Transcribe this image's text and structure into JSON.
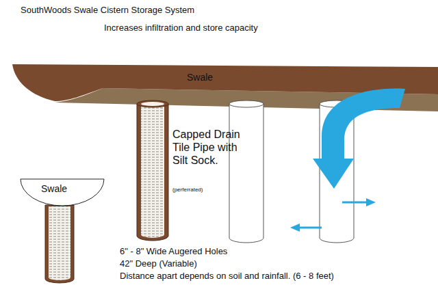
{
  "diagram": {
    "title": "SouthWoods Swale Cistern Storage System",
    "nodes": [
      {
        "text": [
          "Swale"
        ]
      },
      {
        "text": [
          "Swale"
        ]
      }
    ],
    "labels": [
      "Increases infiltration and store capacity",
      "Capped Drain Tile Pipe with Silt Sock.",
      "(perferrated)",
      "6\" - 8\" Wide Augered Holes",
      "42\" Deep (Variable)",
      "Distance apart depends on soil and rainfall. (6 - 8 feet)"
    ]
  }
}
